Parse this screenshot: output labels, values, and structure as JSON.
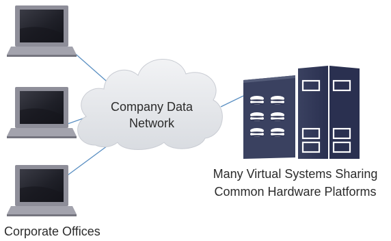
{
  "cloud": {
    "line1": "Company Data",
    "line2": "Network"
  },
  "servers": {
    "caption_line1": "Many Virtual Systems Sharing",
    "caption_line2": "Common Hardware Platforms"
  },
  "offices": {
    "caption": "Corporate Offices"
  },
  "colors": {
    "laptop_body": "#8e8e99",
    "laptop_screen": "#1f2028",
    "connector": "#5a8fc2",
    "cloud_fill": "#e4e6ea",
    "server_dark": "#2a3050",
    "server_mid": "#4b5370"
  }
}
